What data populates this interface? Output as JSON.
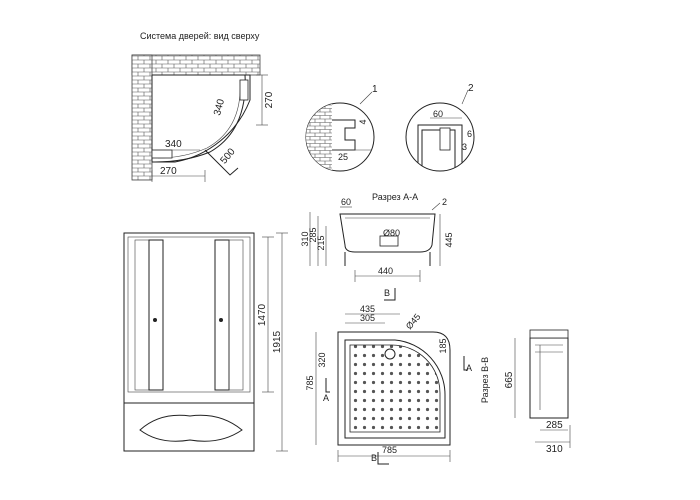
{
  "titles": {
    "door_system": "Система дверей: вид сверху",
    "section_aa": "Разрез А-А",
    "section_bb": "Разрез В-В"
  },
  "top_view": {
    "d_270_side": "270",
    "d_340_arc": "340",
    "d_340_bottom": "340",
    "d_500": "500",
    "d_270_bottom": "270"
  },
  "detail_1": {
    "number": "1",
    "d_4": "4",
    "d_25": "25"
  },
  "detail_2": {
    "number": "2",
    "d_60": "60",
    "d_6": "6",
    "d_3": "3"
  },
  "section_aa": {
    "d_60": "60",
    "d_310": "310",
    "d_285": "285",
    "d_215": "215",
    "d_80": "Ø80",
    "d_445": "445",
    "d_440": "440",
    "callout": "2"
  },
  "front_view": {
    "d_1470": "1470",
    "d_1915": "1915"
  },
  "tray_view": {
    "d_435": "435",
    "d_305": "305",
    "d_45": "Ø45",
    "d_185": "185",
    "d_320": "320",
    "d_785_left": "785",
    "d_785_bottom": "785",
    "cut_a_left": "A",
    "cut_a_right": "A",
    "cut_b_top": "B",
    "cut_b_bottom": "B"
  },
  "section_bb": {
    "d_665": "665",
    "d_285": "285",
    "d_310": "310"
  }
}
